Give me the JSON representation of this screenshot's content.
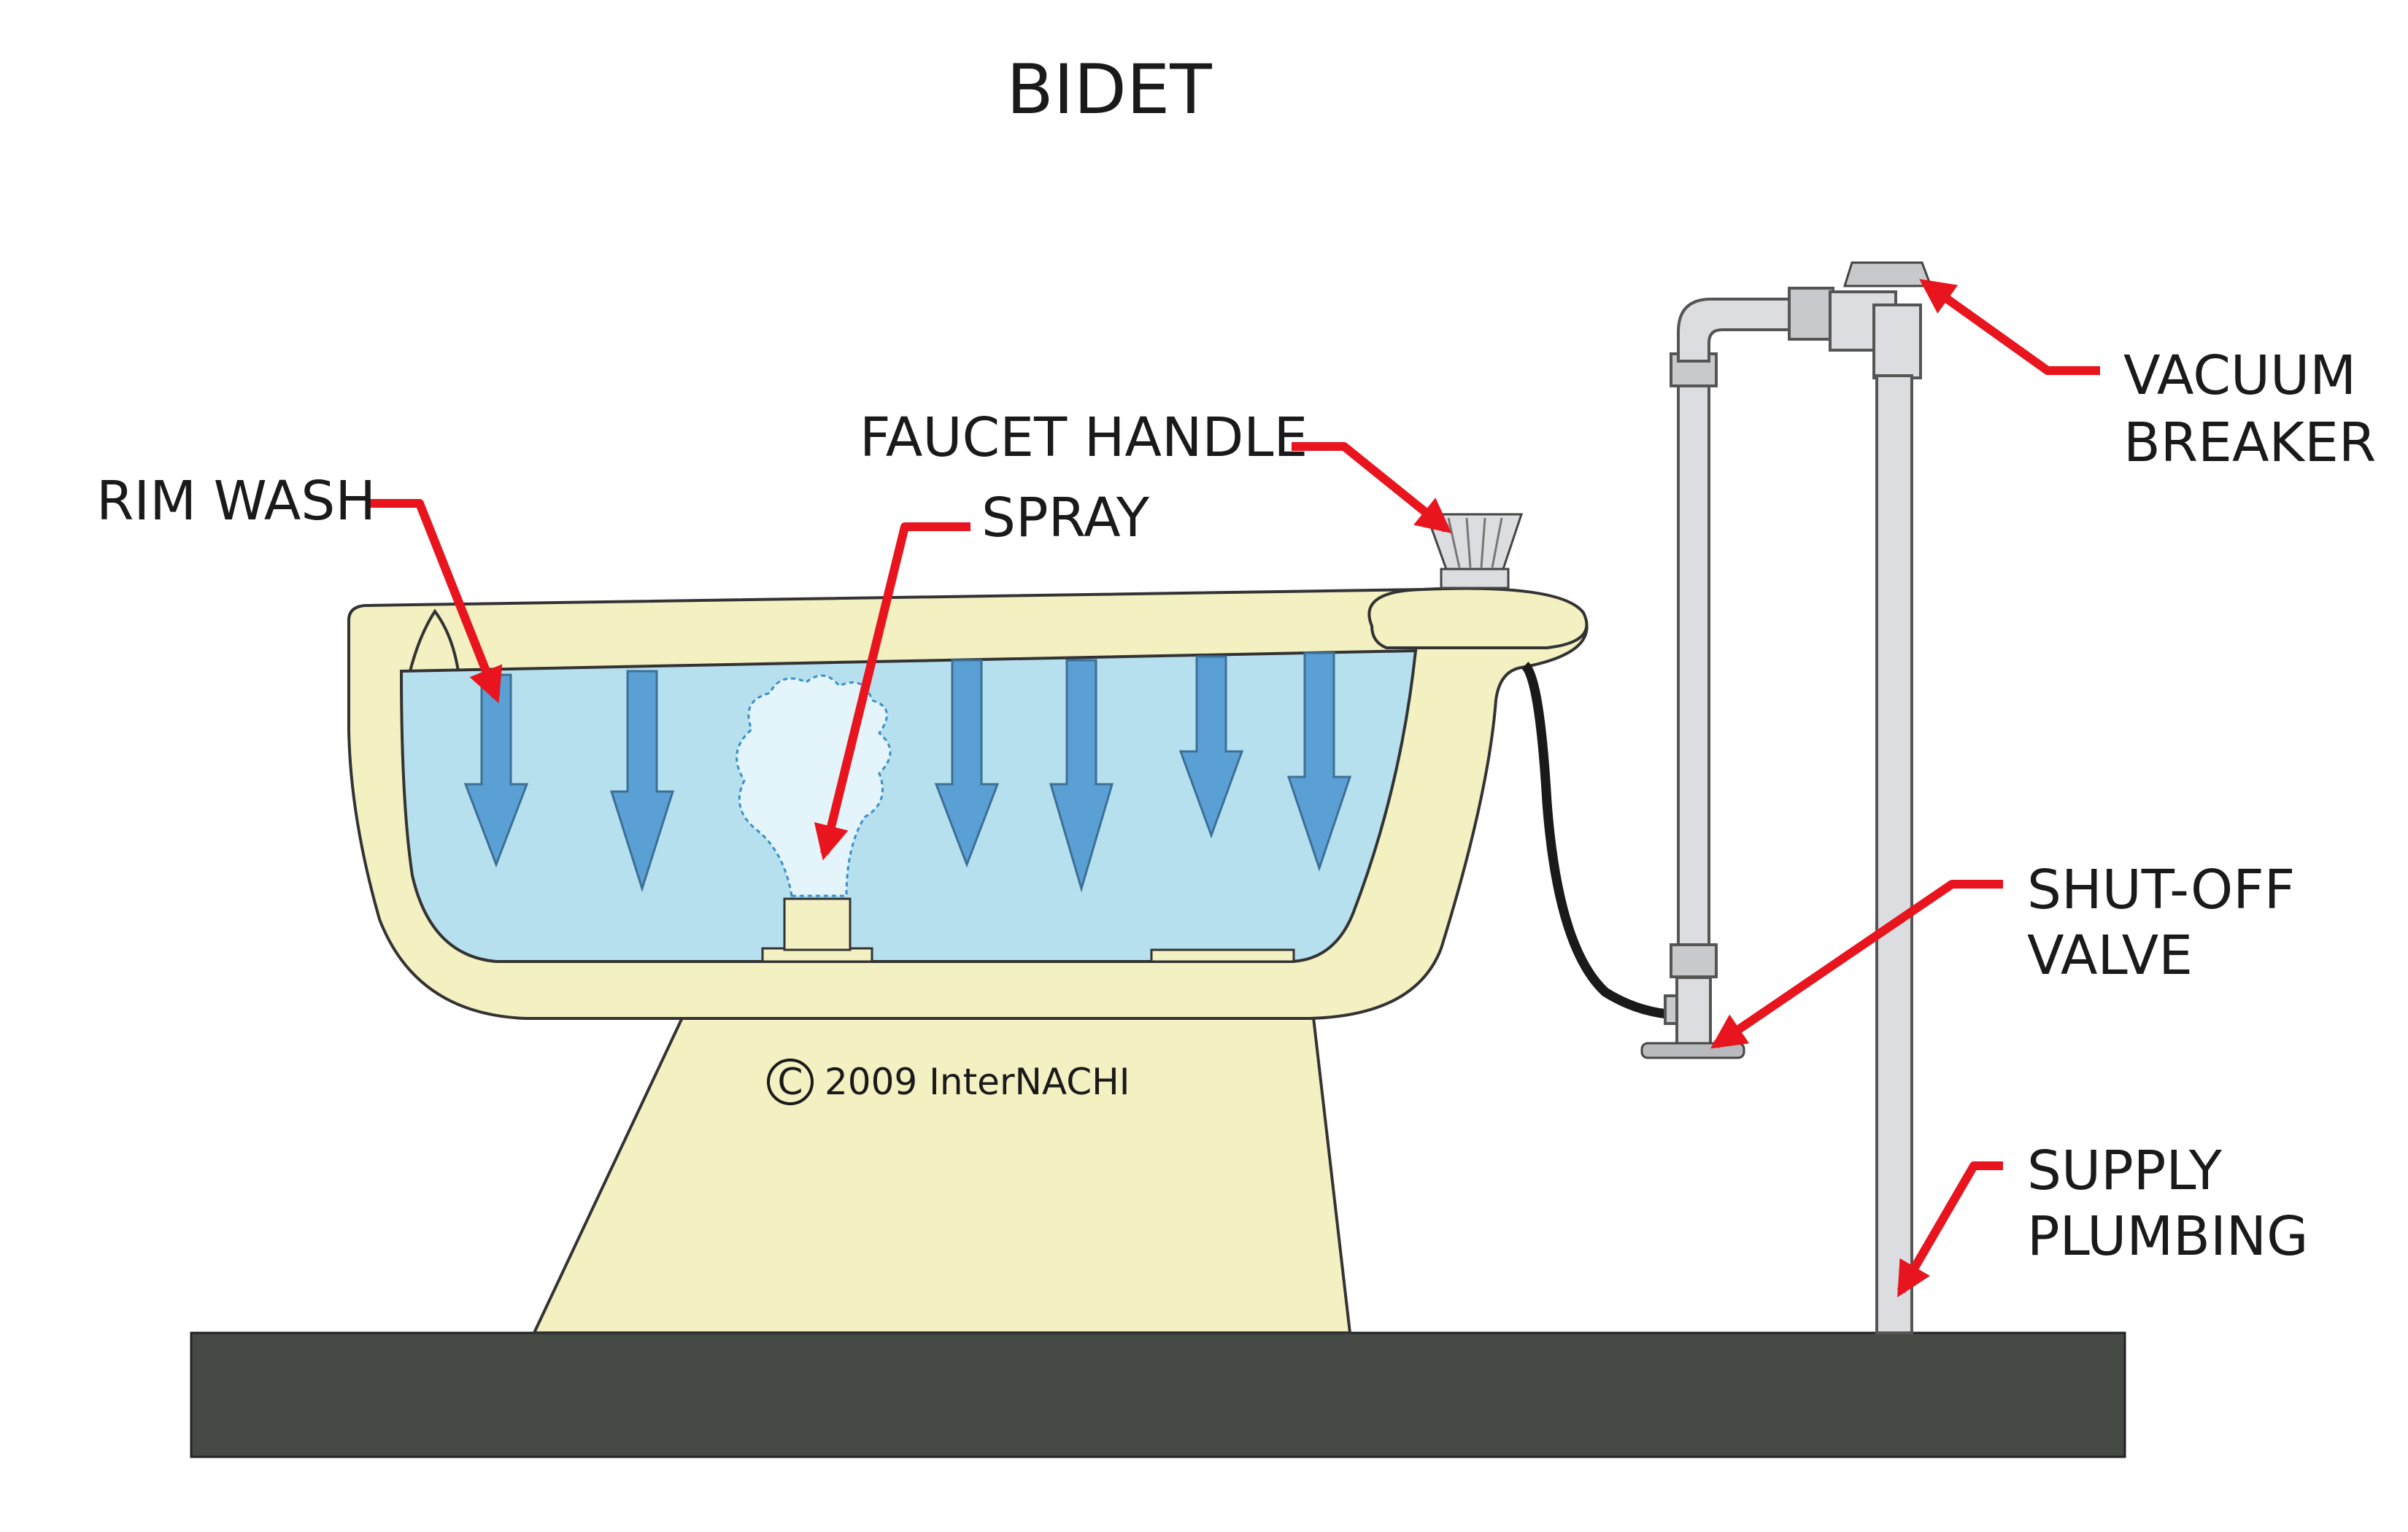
{
  "title": "BIDET",
  "labels": {
    "rim_wash": "RIM WASH",
    "spray": "SPRAY",
    "faucet_handle": "FAUCET HANDLE",
    "vacuum_breaker_line1": "VACUUM",
    "vacuum_breaker_line2": "BREAKER",
    "shutoff_valve_line1": "SHUT-OFF",
    "shutoff_valve_line2": "VALVE",
    "supply_plumbing_line1": "SUPPLY",
    "supply_plumbing_line2": "PLUMBING"
  },
  "copyright": {
    "symbol": "C",
    "text": "2009  InterNACHI"
  },
  "colors": {
    "leader": "#e8141e",
    "bowl": "#f3f0c2",
    "water": "#b6e0ee",
    "arrow": "#5aa0d4",
    "floor": "#454a45",
    "pipe": "#dcdde0"
  }
}
